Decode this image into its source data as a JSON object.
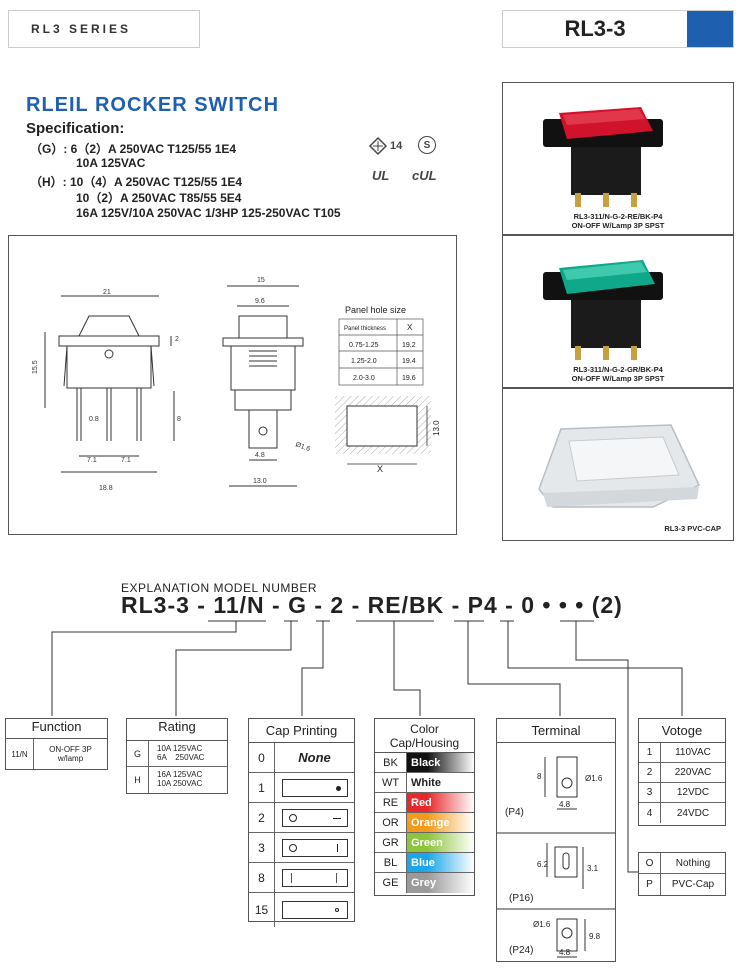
{
  "header": {
    "series_label": "RL3 SERIES",
    "model_label": "RL3-3"
  },
  "product": {
    "title": "RLEIL ROCKER SWITCH",
    "spec_title": "Specification:",
    "spec_lines": [
      "（G）: 6（2）A 250VAC  T125/55  1E4",
      "10A  125VAC",
      "（H）: 10（4）A 250VAC  T125/55  1E4",
      "10（2）A 250VAC  T85/55  5E4",
      "16A 125V/10A  250VAC  1/3HP  125-250VAC T105"
    ],
    "cert_enec": "14",
    "cert_s": "S",
    "cert_ul": "UL",
    "cert_cul": "cUL"
  },
  "drawing": {
    "dims_front": [
      "21",
      "15.5",
      "2",
      "0.8",
      "8",
      "7.1",
      "7.1",
      "18.8"
    ],
    "dims_side": [
      "15",
      "9.6",
      "Ø1.6",
      "4.8",
      "13.0"
    ],
    "panel_hole": {
      "title": "Panel hole size",
      "headers": [
        "Panel thickness",
        "X"
      ],
      "rows": [
        [
          "0.75-1.25",
          "19.2"
        ],
        [
          "1.25-2.0",
          "19.4"
        ],
        [
          "2.0-3.0",
          "19.6"
        ]
      ],
      "dim_x": "X",
      "dim_h": "13.0"
    }
  },
  "photos": [
    {
      "caption1": "RL3-311/N-G-2-RE/BK-P4",
      "caption2": "ON-OFF W/Lamp 3P SPST",
      "color": "#d0122a"
    },
    {
      "caption1": "RL3-311/N-G-2-GR/BK-P4",
      "caption2": "ON-OFF W/Lamp 3P SPST",
      "color": "#0fa88a"
    },
    {
      "caption1": "RL3-3  PVC-CAP",
      "caption2": ""
    }
  ],
  "explanation": {
    "label": "EXPLANATION MODEL NUMBER",
    "model_number": "RL3-3 - 11/N - G - 2 - RE/BK - P4 - 0 • • • (2)"
  },
  "function": {
    "title": "Function",
    "code": "11/N",
    "desc1": "ON-OFF 3P",
    "desc2": "w/lamp"
  },
  "rating": {
    "title": "Rating",
    "rows": [
      {
        "code": "G",
        "l1": "10A  125VAC",
        "l2": "6A    250VAC"
      },
      {
        "code": "H",
        "l1": "16A  125VAC",
        "l2": "10A  250VAC"
      }
    ]
  },
  "cap_printing": {
    "title": "Cap Printing",
    "rows": [
      {
        "code": "0",
        "label": "None"
      },
      {
        "code": "1",
        "label": ""
      },
      {
        "code": "2",
        "label": ""
      },
      {
        "code": "3",
        "label": ""
      },
      {
        "code": "8",
        "label": ""
      },
      {
        "code": "15",
        "label": ""
      }
    ]
  },
  "color": {
    "title1": "Color",
    "title2": "Cap/Housing",
    "rows": [
      {
        "code": "BK",
        "name": "Black",
        "bg": "#111111"
      },
      {
        "code": "WT",
        "name": "White",
        "bg": "#ffffff"
      },
      {
        "code": "RE",
        "name": "Red",
        "bg": "#e8282a"
      },
      {
        "code": "OR",
        "name": "Orange",
        "bg": "#f39a1b"
      },
      {
        "code": "GR",
        "name": "Green",
        "bg": "#8cc43c"
      },
      {
        "code": "BL",
        "name": "Blue",
        "bg": "#1aa6e8"
      },
      {
        "code": "GE",
        "name": "Grey",
        "bg": "#9a9a9a"
      }
    ]
  },
  "terminal": {
    "title": "Terminal",
    "items": [
      {
        "label": "(P4)",
        "d1": "8",
        "d2": "Ø1.6",
        "d3": "4.8"
      },
      {
        "label": "(P16)",
        "d1": "6.2",
        "d2": "3.1"
      },
      {
        "label": "(P24)",
        "d1": "Ø1.6",
        "d2": "9.8",
        "d3": "4.8"
      }
    ]
  },
  "votoge": {
    "title": "Votoge",
    "rows": [
      {
        "code": "1",
        "value": "110VAC"
      },
      {
        "code": "2",
        "value": "220VAC"
      },
      {
        "code": "3",
        "value": "12VDC"
      },
      {
        "code": "4",
        "value": "24VDC"
      }
    ]
  },
  "cap_option": {
    "rows": [
      {
        "code": "O",
        "value": "Nothing"
      },
      {
        "code": "P",
        "value": "PVC-Cap"
      }
    ]
  }
}
